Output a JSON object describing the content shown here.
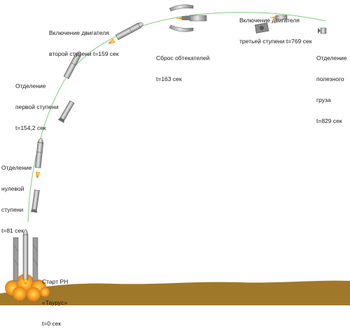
{
  "events": {
    "launch": {
      "line1": "Старт РН",
      "line2": "«Таурус»",
      "time": "t=0 сек"
    },
    "stage0_sep": {
      "line1": "Отделение",
      "line2": "нулевой",
      "line3": "ступени",
      "time": "t=81 сек"
    },
    "stage1_sep": {
      "line1": "Отделение",
      "line2": "первой ступени",
      "time": "t=154,2 сек"
    },
    "stage2_ignition": {
      "line1": "Включение двигателя",
      "line2": "второй ступени t=159 сек"
    },
    "fairing_jettison": {
      "line1": "Сброс обтекателей",
      "time": "t=163 сек"
    },
    "stage3_ignition": {
      "line1": "Включение двигателя",
      "line2": "третьей ступени t=769 сек"
    },
    "payload_sep": {
      "line1": "Отделение",
      "line2": "полезного",
      "line3": "груза",
      "time": "t=829 сек"
    }
  },
  "colors": {
    "trajectory": "#7ed07e",
    "rocket_body": "#c4c4c4",
    "rocket_dark": "#8a8a8a",
    "flame": "#f47a1f",
    "flame_core": "#ffd21f",
    "ground": "#a0782a",
    "smoke": "#f0a020"
  },
  "icons": [
    "rocket-icon",
    "flame-icon",
    "launch-tower-icon",
    "fairing-half-icon",
    "spent-stage-icon",
    "payload-icon",
    "ground-icon"
  ]
}
